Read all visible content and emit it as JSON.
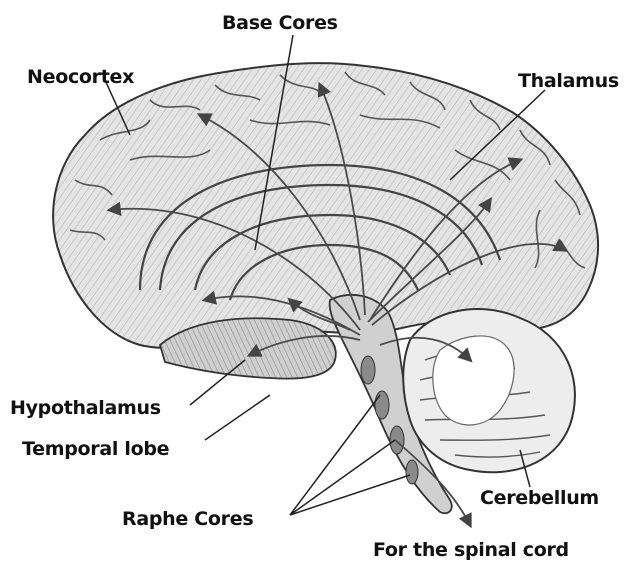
{
  "labels": {
    "base_cores": "Base Cores",
    "neocortex": "Neocortex",
    "thalamus": "Thalamus",
    "hypothalamus": "Hypothalamus",
    "temporal_lobe": "Temporal lobe",
    "raphe_cores": "Raphe Cores",
    "cerebellum": "Cerebellum",
    "spinal_cord": "For the spinal cord"
  },
  "colors": {
    "background": "#ffffff",
    "ink": "#111111",
    "tissue": "#d9d9d9",
    "tissue_dark": "#9a9a9a",
    "arrow": "#555555"
  }
}
